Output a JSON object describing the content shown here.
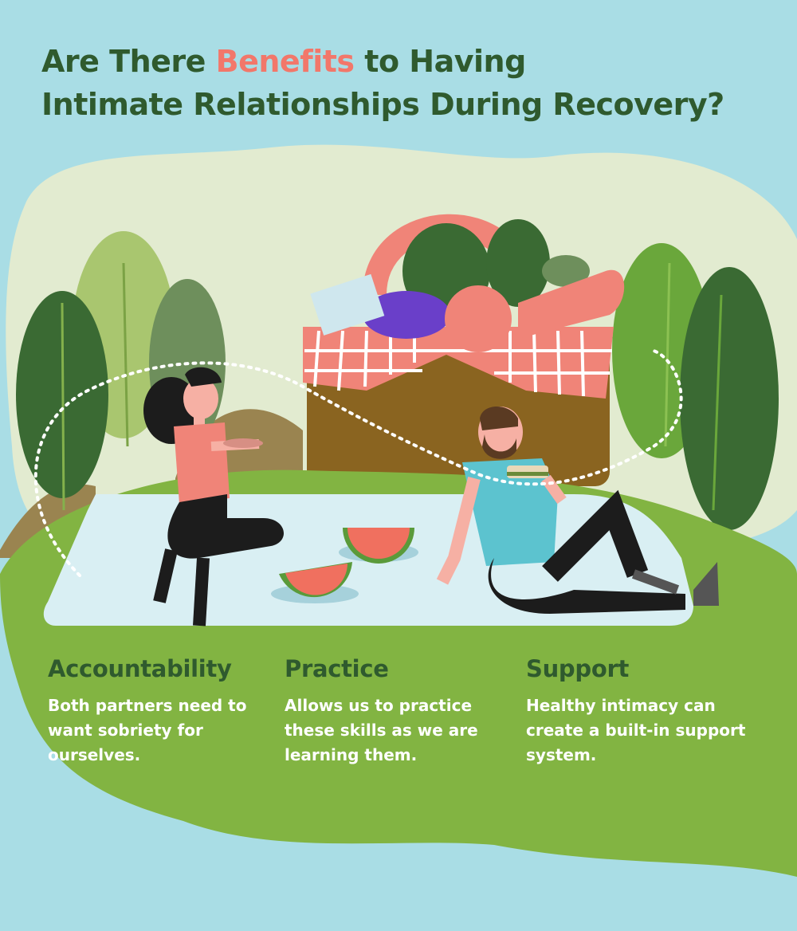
{
  "title": {
    "part1": "Are There ",
    "highlight": "Benefits",
    "part2": " to Having",
    "line2": "Intimate Relationships During Recovery?"
  },
  "benefits": [
    {
      "heading": "Accountability",
      "text": "Both partners need to want sobriety for ourselves."
    },
    {
      "heading": "Practice",
      "text": "Allows us to practice these skills as we are learning them."
    },
    {
      "heading": "Support",
      "text": "Healthy intimacy can create a built-in support system."
    }
  ],
  "illustration": {
    "icons": [
      "picnic-basket-icon",
      "woman-figure-icon",
      "man-figure-icon",
      "watermelon-slice-icon",
      "leaf-plant-icon",
      "dotted-heart-icon"
    ]
  },
  "colors": {
    "sky": "#a9dde5",
    "title_green": "#2f5a2e",
    "accent_coral": "#f2776a",
    "grass": "#82b442",
    "blanket": "#d9eff3"
  }
}
